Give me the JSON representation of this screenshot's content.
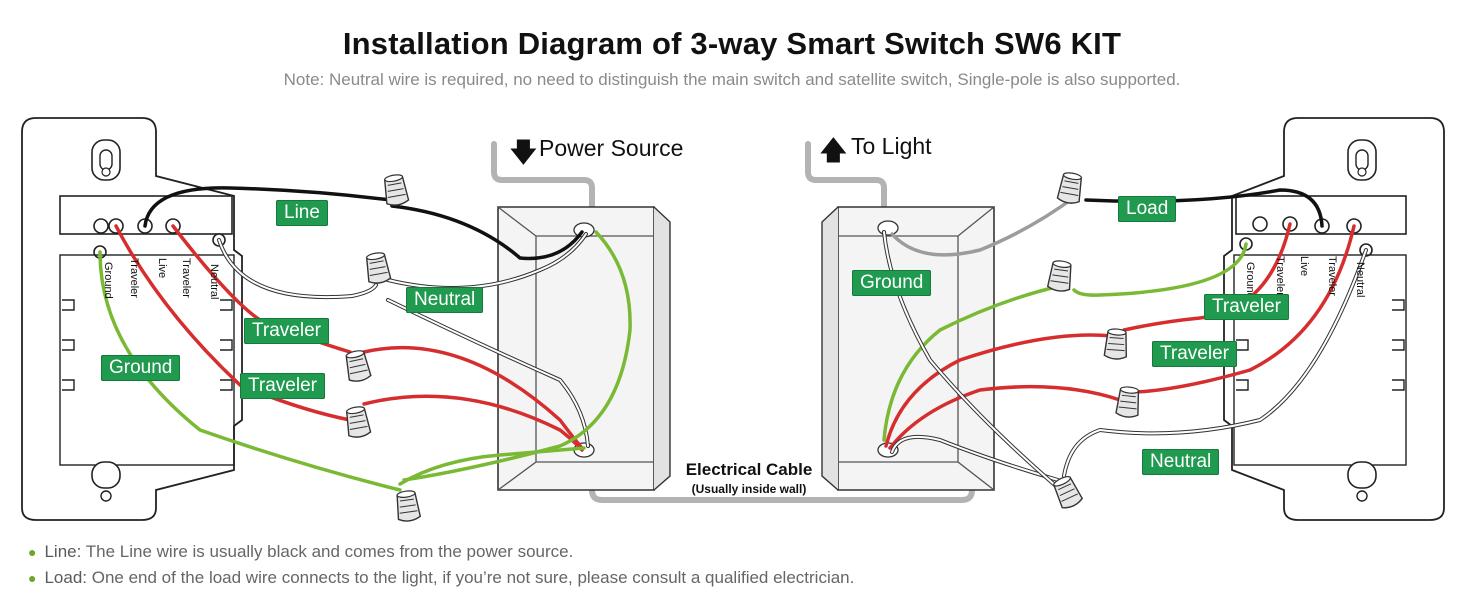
{
  "title": "Installation Diagram of 3-way Smart Switch SW6 KIT",
  "note": "Note: Neutral wire is required, no need to distinguish the main switch and satellite switch, Single-pole is also supported.",
  "power_source": "Power Source",
  "to_light": "To Light",
  "cable": {
    "label": "Electrical Cable",
    "sub": "(Usually inside wall)"
  },
  "tags": {
    "line": "Line",
    "neutral_left": "Neutral",
    "traveler_left_1": "Traveler",
    "traveler_left_2": "Traveler",
    "ground_left": "Ground",
    "ground_right": "Ground",
    "load": "Load",
    "traveler_right_1": "Traveler",
    "traveler_right_2": "Traveler",
    "neutral_right": "Neutral"
  },
  "terminals_left": [
    "Ground",
    "Traveler",
    "Live",
    "Traveler",
    "Neutral"
  ],
  "terminals_right": [
    "Ground",
    "Traveler",
    "Live",
    "Traveler",
    "Neutral"
  ],
  "legend": [
    {
      "term": "Line:",
      "text": " The Line wire is usually black and comes from the power source."
    },
    {
      "term": "Load:",
      "text": " One end of the load wire connects to the light, if you’re not sure, please consult a qualified electrician."
    }
  ],
  "colors": {
    "line_wire": "#111111",
    "traveler_wire": "#d62e2e",
    "ground_wire": "#7ab934",
    "neutral_wire": "#ffffff",
    "tag_green": "#1f9a4f",
    "cable_gray": "#b3b3b3"
  },
  "icons": [
    "down-arrow-icon",
    "up-arrow-icon",
    "wire-nut-icon",
    "switch-device-icon",
    "junction-box-icon"
  ]
}
